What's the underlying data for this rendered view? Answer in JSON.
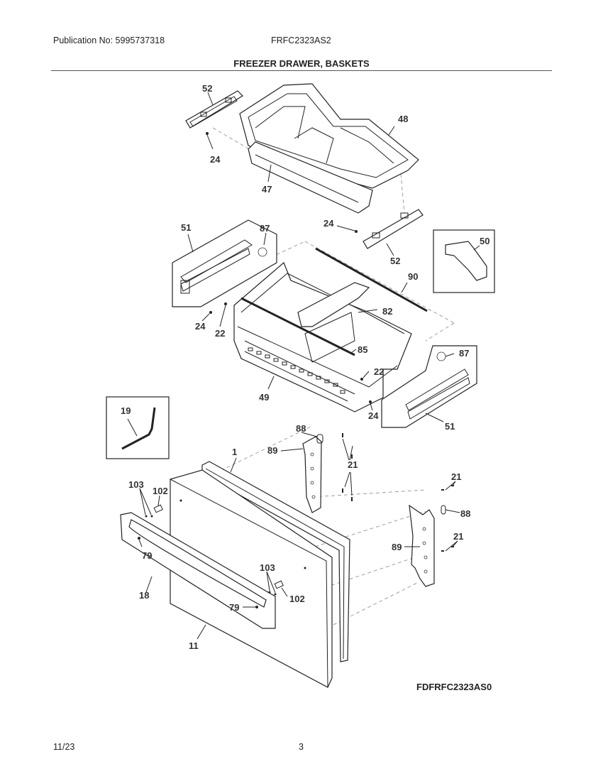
{
  "header": {
    "publication": "Publication No: 5995737318",
    "model": "FRFC2323AS2",
    "title": "FREEZER DRAWER, BASKETS"
  },
  "diagram": {
    "code": "FDFRFC2323AS0",
    "callouts": [
      "52",
      "24",
      "47",
      "48",
      "24",
      "52",
      "51",
      "87",
      "50",
      "90",
      "82",
      "24",
      "22",
      "85",
      "22",
      "49",
      "87",
      "24",
      "51",
      "19",
      "88",
      "89",
      "21",
      "1",
      "21",
      "103",
      "102",
      "88",
      "79",
      "89",
      "21",
      "103",
      "18",
      "102",
      "79",
      "11"
    ]
  },
  "footer": {
    "date": "11/23",
    "page": "3"
  }
}
